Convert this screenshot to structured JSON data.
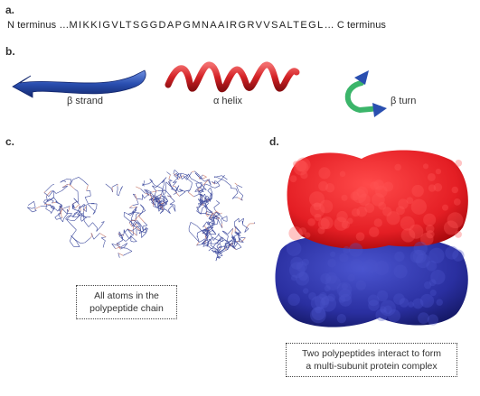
{
  "panels": {
    "a": {
      "label": "a.",
      "n_terminus": "N terminus …",
      "sequence": "MIKKIGVLTSGGDAPGMNAAIRGRVVSALTEGL",
      "c_terminus": "… C terminus"
    },
    "b": {
      "label": "b.",
      "beta_strand": "β strand",
      "alpha_helix": "α helix",
      "beta_turn": "β turn"
    },
    "c": {
      "label": "c.",
      "caption_line1": "All atoms in the",
      "caption_line2": "polypeptide chain"
    },
    "d": {
      "label": "d.",
      "caption_line1": "Two polypeptides interact to form",
      "caption_line2": "a multi-subunit protein complex"
    }
  },
  "colors": {
    "strand": "#2a4fb0",
    "helix": "#d42226",
    "turn_green": "#3bb56a",
    "turn_blue": "#2a4fb0",
    "chain_line": "#3f4c9e",
    "chain_accent": "#c87a6a",
    "subunit_red": "#e41e24",
    "subunit_blue": "#2a2fa0"
  }
}
